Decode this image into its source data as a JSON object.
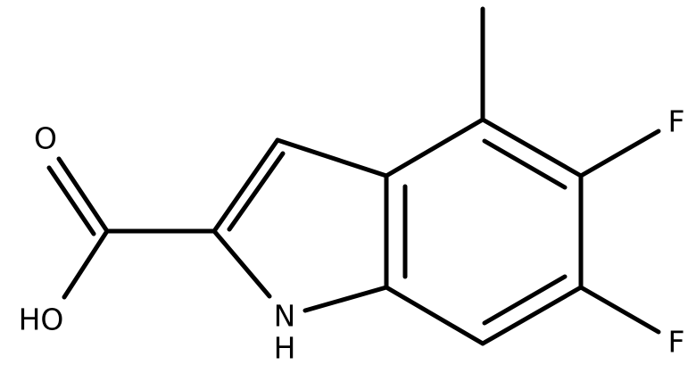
{
  "structure": {
    "atoms": {
      "carbonyl_oxygen": "O",
      "hydroxyl": "HO",
      "ring_nh_n": "N",
      "ring_nh_h": "H",
      "fluorine_upper": "F",
      "fluorine_lower": "F"
    },
    "colors": {
      "bond": "#000000",
      "label": "#000000",
      "background": "#ffffff"
    }
  }
}
